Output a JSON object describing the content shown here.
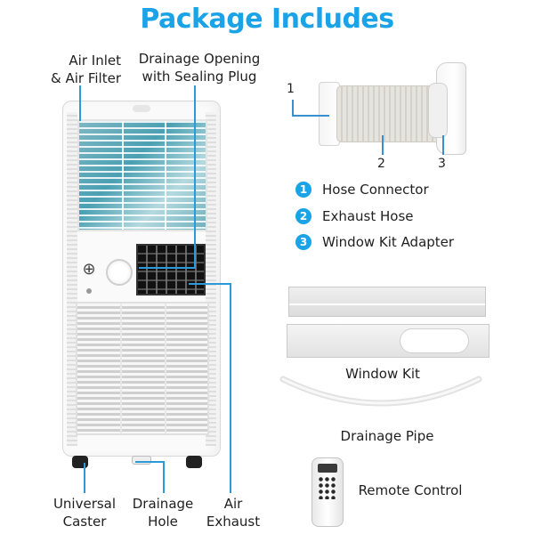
{
  "title": "Package Includes",
  "labels": {
    "air_inlet": [
      "Air Inlet",
      "& Air Filter"
    ],
    "drainage_opening": [
      "Drainage Opening",
      "with Sealing Plug"
    ],
    "universal_caster": [
      "Universal",
      "Caster"
    ],
    "drainage_hole": [
      "Drainage",
      "Hole"
    ],
    "air_exhaust": [
      "Air",
      "Exhaust"
    ]
  },
  "hose_numbers": [
    "1",
    "2",
    "3"
  ],
  "legend": [
    {
      "num": "1",
      "label": "Hose Connector"
    },
    {
      "num": "2",
      "label": "Exhaust Hose"
    },
    {
      "num": "3",
      "label": "Window Kit Adapter"
    }
  ],
  "window_kit_label": "Window Kit",
  "drainage_pipe_label": "Drainage Pipe",
  "remote_label": "Remote Control",
  "colors": {
    "accent": "#1aa3e6",
    "leader_line": "#2a9bd8"
  },
  "icons": {
    "power_socket": "power-socket-icon"
  }
}
